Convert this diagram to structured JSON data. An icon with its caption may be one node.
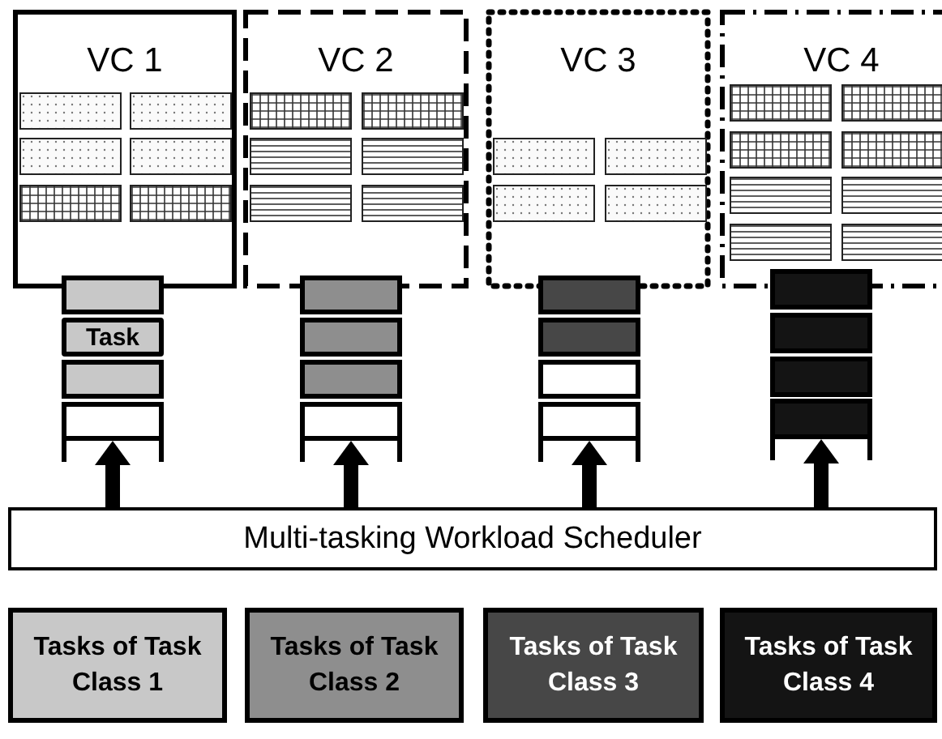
{
  "diagram": {
    "nodes": [
      {
        "text": [
          "VC 1"
        ]
      },
      {
        "text": [],
        "shape": "box",
        "in": 0
      },
      {
        "text": [],
        "shape": "box",
        "in": 0
      },
      {
        "text": [],
        "shape": "box",
        "in": 0
      },
      {
        "text": [],
        "shape": "box",
        "in": 0
      },
      {
        "text": [],
        "shape": "box",
        "in": 0
      },
      {
        "text": [],
        "shape": "box",
        "in": 0
      },
      {
        "text": [
          "VC 2"
        ]
      },
      {
        "text": [],
        "shape": "box",
        "in": 7
      },
      {
        "text": [],
        "shape": "box",
        "in": 7
      },
      {
        "text": [],
        "shape": "box",
        "in": 7
      },
      {
        "text": [],
        "shape": "box",
        "in": 7
      },
      {
        "text": [],
        "shape": "box",
        "in": 7
      },
      {
        "text": [],
        "shape": "box",
        "in": 7
      },
      {
        "text": [
          "VC 3"
        ]
      },
      {
        "text": [],
        "shape": "box",
        "in": 14
      },
      {
        "text": [],
        "shape": "box",
        "in": 14
      },
      {
        "text": [],
        "shape": "box",
        "in": 14
      },
      {
        "text": [],
        "shape": "box",
        "in": 14
      },
      {
        "text": [
          "VC 4"
        ]
      },
      {
        "text": [],
        "shape": "box",
        "in": 19
      },
      {
        "text": [],
        "shape": "box",
        "in": 19
      },
      {
        "text": [],
        "shape": "box",
        "in": 19
      },
      {
        "text": [],
        "shape": "box",
        "in": 19
      },
      {
        "text": [],
        "shape": "box",
        "in": 19
      },
      {
        "text": [],
        "shape": "box",
        "in": 19
      },
      {
        "text": [],
        "shape": "box",
        "in": 19
      },
      {
        "text": [],
        "shape": "box",
        "in": 19
      },
      {
        "text": [],
        "shape": "box"
      },
      {
        "text": [
          "Task"
        ]
      },
      {
        "text": [],
        "shape": "box"
      },
      {
        "text": [],
        "shape": "box"
      },
      {
        "text": [],
        "shape": "box"
      },
      {
        "text": [],
        "shape": "box"
      },
      {
        "text": [],
        "shape": "box"
      },
      {
        "text": [],
        "shape": "box"
      },
      {
        "text": [],
        "shape": "box"
      },
      {
        "text": [],
        "shape": "box"
      },
      {
        "text": [],
        "shape": "box"
      },
      {
        "text": [],
        "shape": "box"
      },
      {
        "text": [],
        "shape": "box"
      },
      {
        "text": [],
        "shape": "box"
      },
      {
        "text": [],
        "shape": "box"
      },
      {
        "text": [],
        "shape": "box"
      },
      {
        "text": [
          "Multi-tasking Workload Scheduler"
        ]
      }
    ],
    "edges": [
      {
        "from": 44,
        "to": 31,
        "arrow": "to"
      },
      {
        "from": 44,
        "to": 35,
        "arrow": "to"
      },
      {
        "from": 44,
        "to": 39,
        "arrow": "to"
      },
      {
        "from": 44,
        "to": 43,
        "arrow": "to"
      }
    ],
    "legend": [
      {
        "text": "Tasks of Task Class 1",
        "color": "#c8c8c8"
      },
      {
        "text": "Tasks of Task Class 2",
        "color": "#8e8e8e"
      },
      {
        "text": "Tasks of Task Class 3",
        "color": "#474747"
      },
      {
        "text": "Tasks of Task Class 4",
        "color": "#141414"
      }
    ]
  }
}
